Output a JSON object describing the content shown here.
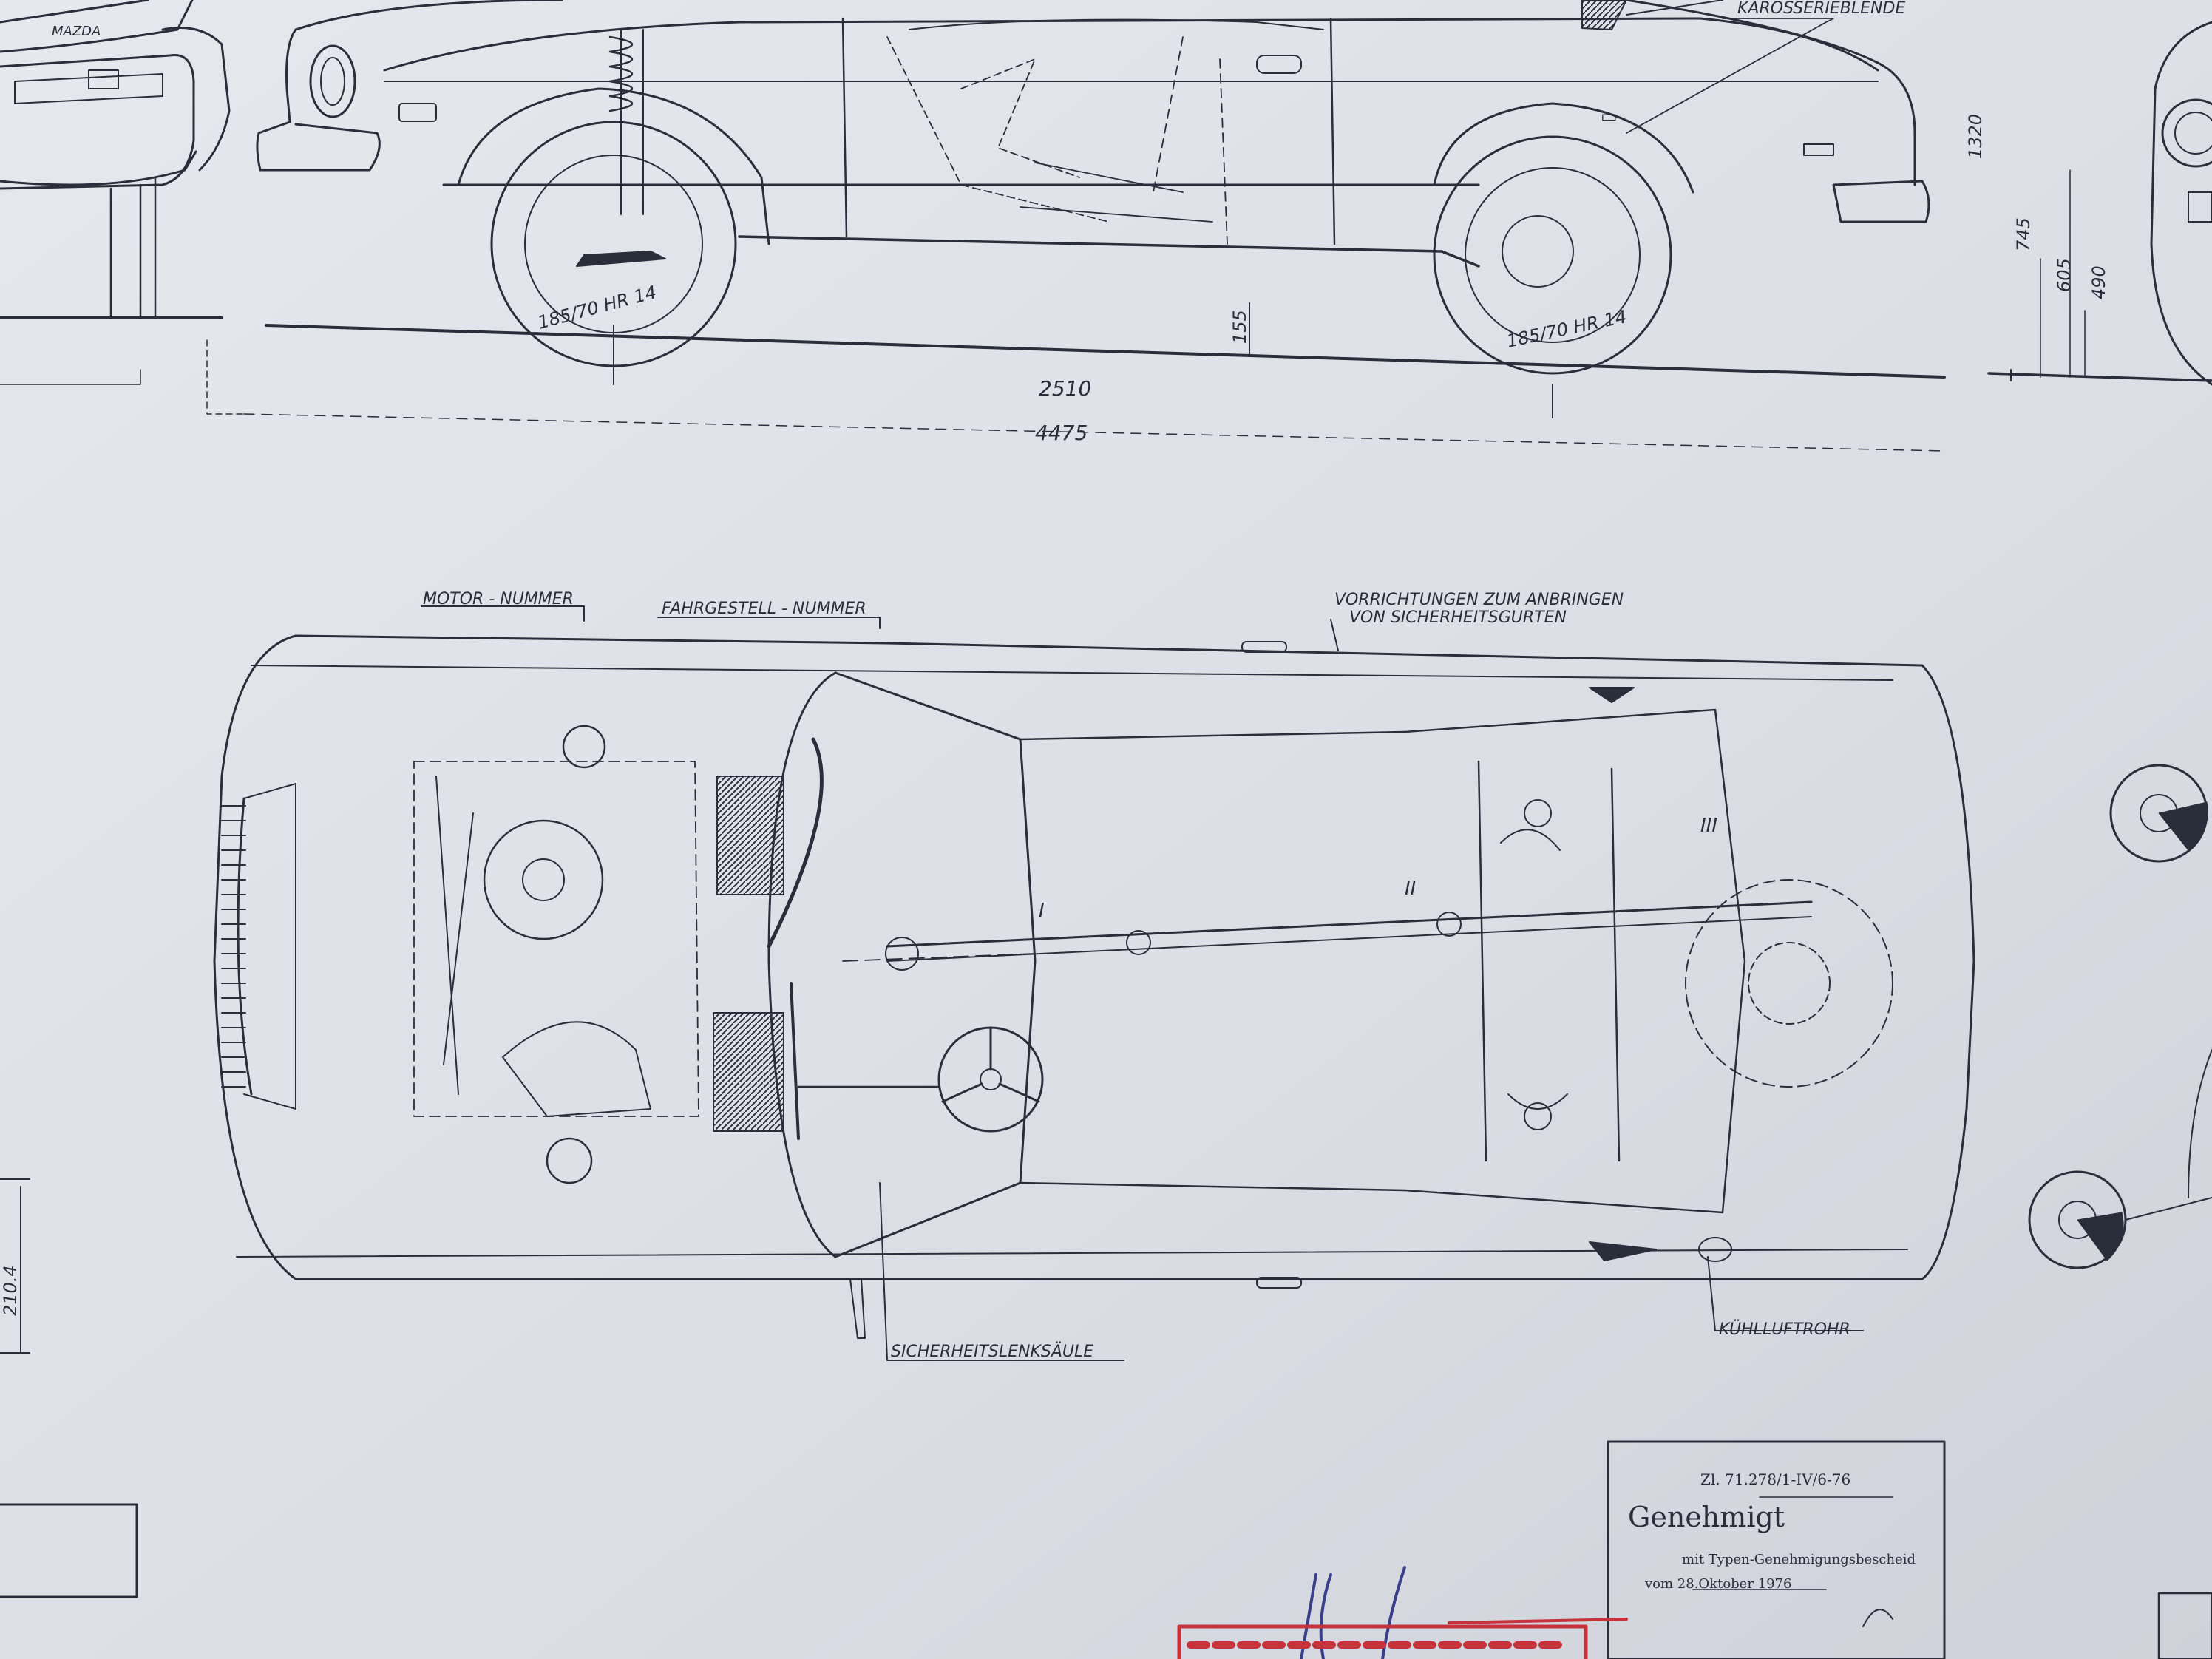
{
  "labels": {
    "badge": "MAZDA",
    "karosserieblende": "KAROSSERIEBLENDE",
    "motor_nummer": "MOTOR - NUMMER",
    "fahrgestell_nummer": "FAHRGESTELL - NUMMER",
    "vorrichtungen_line1": "VORRICHTUNGEN ZUM ANBRINGEN",
    "vorrichtungen_line2": "VON SICHERHEITSGURTEN",
    "sicherheitslenksaeule": "SICHERHEITSLENKSÄULE",
    "kuehlluftrohr": "KÜHLLUFTROHR"
  },
  "tires": {
    "front": "185/70 HR 14",
    "rear": "185/70 HR 14"
  },
  "dimensions": {
    "wheelbase": "2510",
    "length": "4475",
    "ground_clearance": "155",
    "height": "1320",
    "h745": "745",
    "h605": "605",
    "h490": "490",
    "left_dim": "210.4"
  },
  "sections": {
    "s1": "I",
    "s2": "II",
    "s3": "III"
  },
  "stamp": {
    "ref": "Zl. 71.278/1-IV/6-76",
    "title": "Genehmigt",
    "line1": "mit Typen-Genehmigungsbescheid",
    "line2": "vom 28.Oktober 1976"
  },
  "colors": {
    "paper": "#dfe1e8",
    "ink": "#2a2d3a",
    "red": "#c8323a"
  }
}
